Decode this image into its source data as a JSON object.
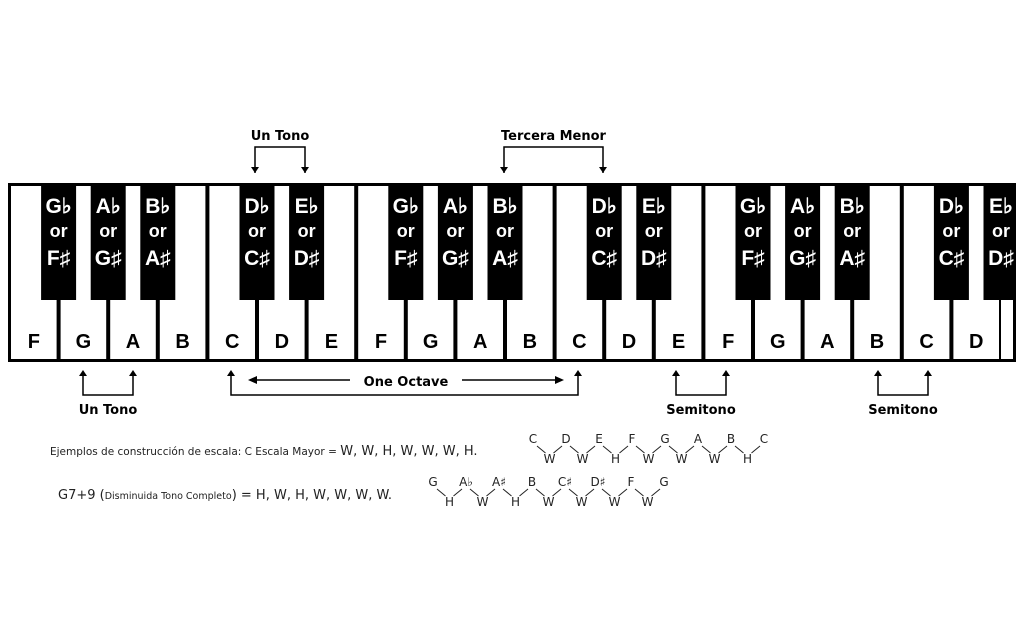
{
  "white_keys": [
    "F",
    "G",
    "A",
    "B",
    "C",
    "D",
    "E",
    "F",
    "G",
    "A",
    "B",
    "C",
    "D",
    "E",
    "F",
    "G",
    "A",
    "B",
    "C",
    "D"
  ],
  "black_keys": [
    {
      "after": 0,
      "top": "G♭",
      "or": "or",
      "bottom": "F♯"
    },
    {
      "after": 1,
      "top": "A♭",
      "or": "or",
      "bottom": "G♯"
    },
    {
      "after": 2,
      "top": "B♭",
      "or": "or",
      "bottom": "A♯"
    },
    {
      "after": 4,
      "top": "D♭",
      "or": "or",
      "bottom": "C♯"
    },
    {
      "after": 5,
      "top": "E♭",
      "or": "or",
      "bottom": "D♯"
    },
    {
      "after": 7,
      "top": "G♭",
      "or": "or",
      "bottom": "F♯"
    },
    {
      "after": 8,
      "top": "A♭",
      "or": "or",
      "bottom": "G♯"
    },
    {
      "after": 9,
      "top": "B♭",
      "or": "or",
      "bottom": "A♯"
    },
    {
      "after": 11,
      "top": "D♭",
      "or": "or",
      "bottom": "C♯"
    },
    {
      "after": 12,
      "top": "E♭",
      "or": "or",
      "bottom": "D♯"
    },
    {
      "after": 14,
      "top": "G♭",
      "or": "or",
      "bottom": "F♯"
    },
    {
      "after": 15,
      "top": "A♭",
      "or": "or",
      "bottom": "G♯"
    },
    {
      "after": 16,
      "top": "B♭",
      "or": "or",
      "bottom": "A♯"
    },
    {
      "after": 18,
      "top": "D♭",
      "or": "or",
      "bottom": "C♯"
    },
    {
      "after": 19,
      "top": "E♭",
      "or": "or",
      "bottom": "D♯"
    }
  ],
  "annotations": {
    "top_un_tono": "Un Tono",
    "tercera_menor": "Tercera Menor",
    "bottom_un_tono": "Un Tono",
    "one_octave": "One Octave",
    "semitono_1": "Semitono",
    "semitono_2": "Semitono"
  },
  "examples": {
    "major_prefix": "Ejemplos de construcción de escala: C Escala Mayor = ",
    "major_steps": "W, W, H, W, W, W, H.",
    "major_notes": [
      "C",
      "D",
      "E",
      "F",
      "G",
      "A",
      "B",
      "C"
    ],
    "major_intervals": [
      "W",
      "W",
      "H",
      "W",
      "W",
      "W",
      "H"
    ],
    "dim_name": "G7+9 (",
    "dim_sub": "Disminuida Tono Completo",
    "dim_close": ") = ",
    "dim_steps": "H, W, H, W, W, W, W.",
    "dim_notes": [
      "G",
      "A♭",
      "A♯",
      "B",
      "C♯",
      "D♯",
      "F",
      "G"
    ],
    "dim_intervals": [
      "H",
      "W",
      "H",
      "W",
      "W",
      "W",
      "W"
    ]
  }
}
